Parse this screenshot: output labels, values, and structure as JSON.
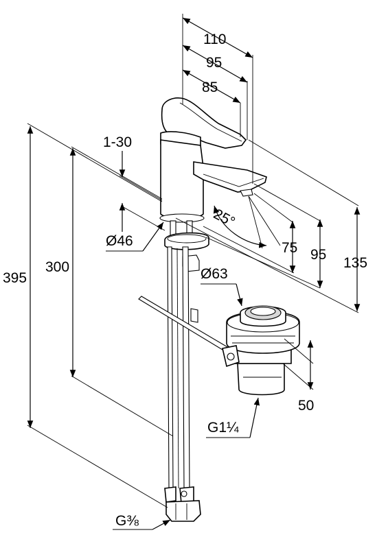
{
  "dimensions": {
    "width_110": "110",
    "width_95": "95",
    "width_85": "85",
    "height_395": "395",
    "height_300": "300",
    "range_1_30": "1-30",
    "dia_46": "Ø46",
    "dia_63": "Ø63",
    "angle_25": "25°",
    "height_75": "75",
    "height_95": "95",
    "height_135": "135",
    "height_50": "50",
    "thread_g114": "G1¼",
    "thread_g38": "G⅜"
  }
}
